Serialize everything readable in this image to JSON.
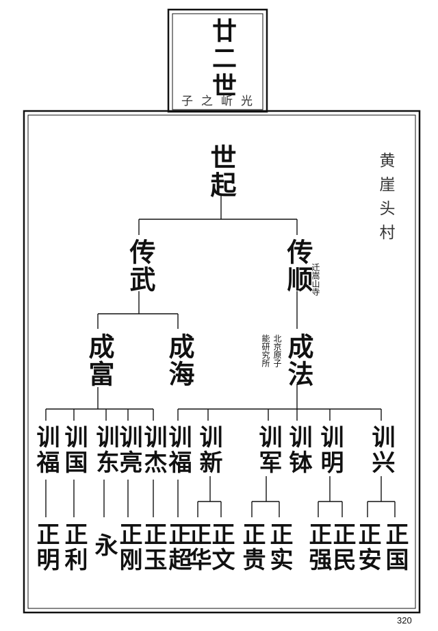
{
  "header": {
    "generation": "廿二世",
    "subtitle": "子之岓光"
  },
  "village": "黄崖头村",
  "tree": {
    "root": "世起",
    "gen2": [
      "传武",
      "传顺"
    ],
    "gen3": [
      "成富",
      "成海",
      "成法"
    ],
    "gen4": [
      "训福",
      "训国",
      "训东",
      "训亮",
      "训杰",
      "训福",
      "训新",
      "训军",
      "训钵",
      "训明",
      "训兴"
    ],
    "gen5": [
      "正明",
      "正利",
      "永",
      "正刚",
      "正玉",
      "正超",
      "正华",
      "正文",
      "正贵",
      "正实",
      "正强",
      "正民",
      "正安",
      "正国"
    ]
  },
  "notes": {
    "chuanshun": "迁嵩山寺",
    "chengfa_1": "北京原子",
    "chengfa_2": "能研究所"
  },
  "page_number": "320"
}
